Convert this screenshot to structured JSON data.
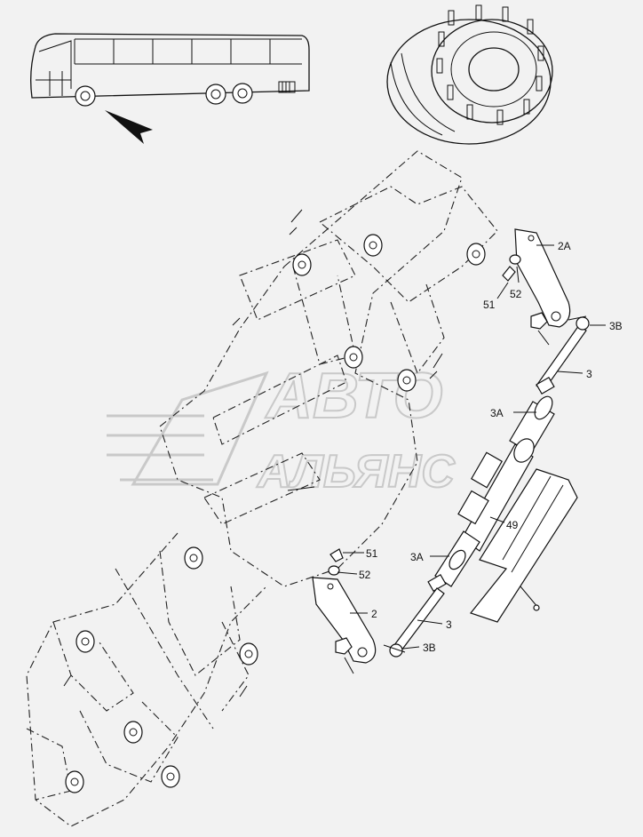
{
  "callouts": {
    "c_2A": "2A",
    "c_52_top": "52",
    "c_51_top": "51",
    "c_3B_top": "3B",
    "c_3_top": "3",
    "c_3A_top": "3A",
    "c_49": "49",
    "c_51_bottom": "51",
    "c_52_bottom": "52",
    "c_3A_bottom": "3A",
    "c_2": "2",
    "c_3_bottom": "3",
    "c_3B_bottom": "3B"
  },
  "watermark": {
    "line1": "АВТО",
    "line2": "АЛЬЯНС"
  },
  "colors": {
    "background": "#f2f2f2",
    "ink": "#111111",
    "watermark": "#c9c9c9"
  }
}
